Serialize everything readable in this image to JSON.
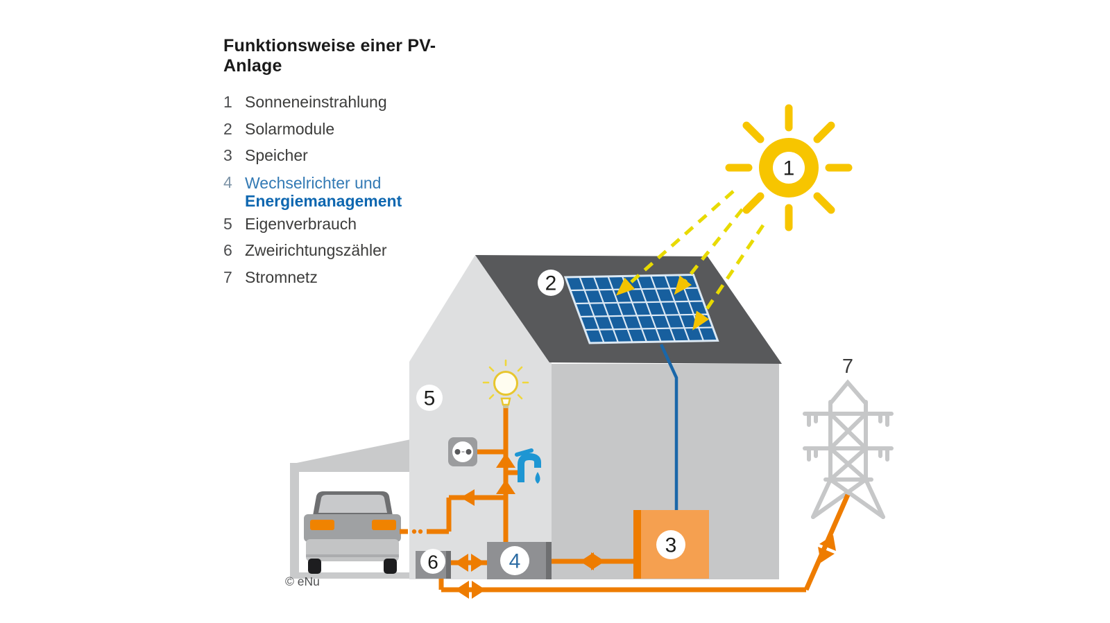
{
  "title": "Funktionsweise einer PV-Anlage",
  "legend": {
    "items": [
      {
        "number": "1",
        "label": "Sonneneinstrahlung"
      },
      {
        "number": "2",
        "label": "Solarmodule"
      },
      {
        "number": "3",
        "label": "Speicher"
      },
      {
        "number": "4",
        "label": "Wechselrichter und",
        "label2": "Energiemanagement"
      },
      {
        "number": "5",
        "label": "Eigenverbrauch"
      },
      {
        "number": "6",
        "label": "Zweirichtungszähler"
      },
      {
        "number": "7",
        "label": "Stromnetz"
      }
    ]
  },
  "diagram": {
    "badges": {
      "sun": "1",
      "solar_panel": "2",
      "storage": "3",
      "inverter": "4",
      "self_consumption": "5",
      "meter": "6",
      "grid": "7"
    },
    "copyright": "© eNu"
  },
  "icons": [
    "sun-icon",
    "solar-panel-icon",
    "battery-storage-icon",
    "inverter-icon",
    "lightbulb-icon",
    "power-socket-icon",
    "water-tap-icon",
    "car-icon",
    "meter-icon",
    "power-tower-icon"
  ],
  "colors": {
    "orange": "#EE7C00",
    "sun_yellow": "#F7C500",
    "ray_yellow": "#E8DA00",
    "ray_arrow_yellow": "#F4C300",
    "panel_blue": "#175F9E",
    "dc_line_blue": "#1A67A9",
    "roof_gray": "#58595B",
    "gable_gray": "#DEDFE0",
    "wall_gray": "#C6C7C8",
    "box_gray": "#8F9093",
    "storage_orange": "#F5A050",
    "tap_blue": "#1E96D3",
    "highlight_blue": "#0E67B0"
  }
}
